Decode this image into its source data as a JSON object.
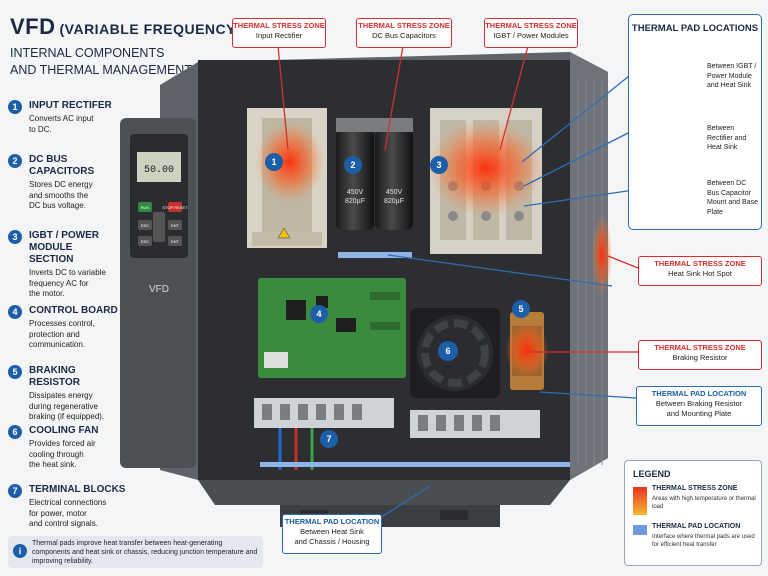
{
  "header": {
    "title": "VFD",
    "title_paren": "(VARIABLE FREQUENCY DRIVE)",
    "subtitle_line1": "INTERNAL COMPONENTS",
    "subtitle_line2": "AND THERMAL MANAGEMENT"
  },
  "components": [
    {
      "num": "1",
      "title": "INPUT RECTIFER",
      "desc": [
        "Converts AC input",
        "to DC."
      ]
    },
    {
      "num": "2",
      "title": "DC BUS CAPACITORS",
      "desc": [
        "Stores DC energy",
        "and smooths the",
        "DC bus voltage."
      ]
    },
    {
      "num": "3",
      "title": "IGBT / POWER MODULE SECTION",
      "desc": [
        "Inverts DC to variable",
        "frequency AC for",
        "the motor."
      ]
    },
    {
      "num": "4",
      "title": "CONTROL BOARD",
      "desc": [
        "Processes control,",
        "protection and",
        "communication."
      ]
    },
    {
      "num": "5",
      "title": "BRAKING RESISTOR",
      "desc": [
        "Dissipates energy",
        "during regenerative",
        "braking (if equipped)."
      ]
    },
    {
      "num": "6",
      "title": "COOLING FAN",
      "desc": [
        "Provides forced air",
        "cooling through",
        "the heat sink."
      ]
    },
    {
      "num": "7",
      "title": "TERMINAL BLOCKS",
      "desc": [
        "Electrical connections",
        "for power, motor",
        "and control signals."
      ]
    }
  ],
  "info_note": {
    "icon": "info-icon",
    "text": "Thermal pads improve heat transfer between heat-generating components and heat sink or chassis, reducing junction temperature and improving reliability."
  },
  "keypad": {
    "display": "50.00",
    "label": "VFD",
    "buttons": [
      "RUN",
      "STOP RESET",
      "ESC",
      "ENT",
      "ESC",
      "ENT"
    ]
  },
  "capacitor_labels": [
    "450V",
    "820µF",
    "450V",
    "820µF"
  ],
  "callouts": {
    "stress_rectifier": {
      "heading": "THERMAL STRESS ZONE",
      "desc": "Input Rectifier"
    },
    "stress_capacitors": {
      "heading": "THERMAL STRESS ZONE",
      "desc": "DC Bus Capacitors"
    },
    "stress_igbt": {
      "heading": "THERMAL STRESS ZONE",
      "desc": "IGBT / Power Modules"
    },
    "stress_heatsink": {
      "heading": "THERMAL STRESS ZONE",
      "desc": "Heat Sink Hot Spot"
    },
    "stress_braking": {
      "heading": "THERMAL STRESS ZONE",
      "desc": "Braking Resistor"
    },
    "pad_braking": {
      "heading": "THERMAL PAD LOCATION",
      "desc1": "Between Braking Resistor",
      "desc2": "and Mounting Plate"
    },
    "pad_chassis": {
      "heading": "THERMAL PAD LOCATION",
      "desc1": "Between Heat Sink",
      "desc2": "and Chassis / Housing"
    }
  },
  "thermal_pad_panel": {
    "title": "THERMAL PAD LOCATIONS",
    "items": [
      {
        "text": "Between IGBT / Power Module and Heat Sink"
      },
      {
        "text": "Between Rectifier and Heat Sink"
      },
      {
        "text": "Between DC Bus Capacitor Mount and Base Plate"
      }
    ]
  },
  "legend": {
    "title": "LEGEND",
    "stress": {
      "label": "THERMAL STRESS ZONE",
      "desc": "Areas with high temperature or thermal load",
      "color": "#e8321f"
    },
    "pad": {
      "label": "THERMAL PAD LOCATION",
      "desc": "Interface where thermal pads are used for efficient heat transfer",
      "color": "#6e9be0"
    }
  }
}
